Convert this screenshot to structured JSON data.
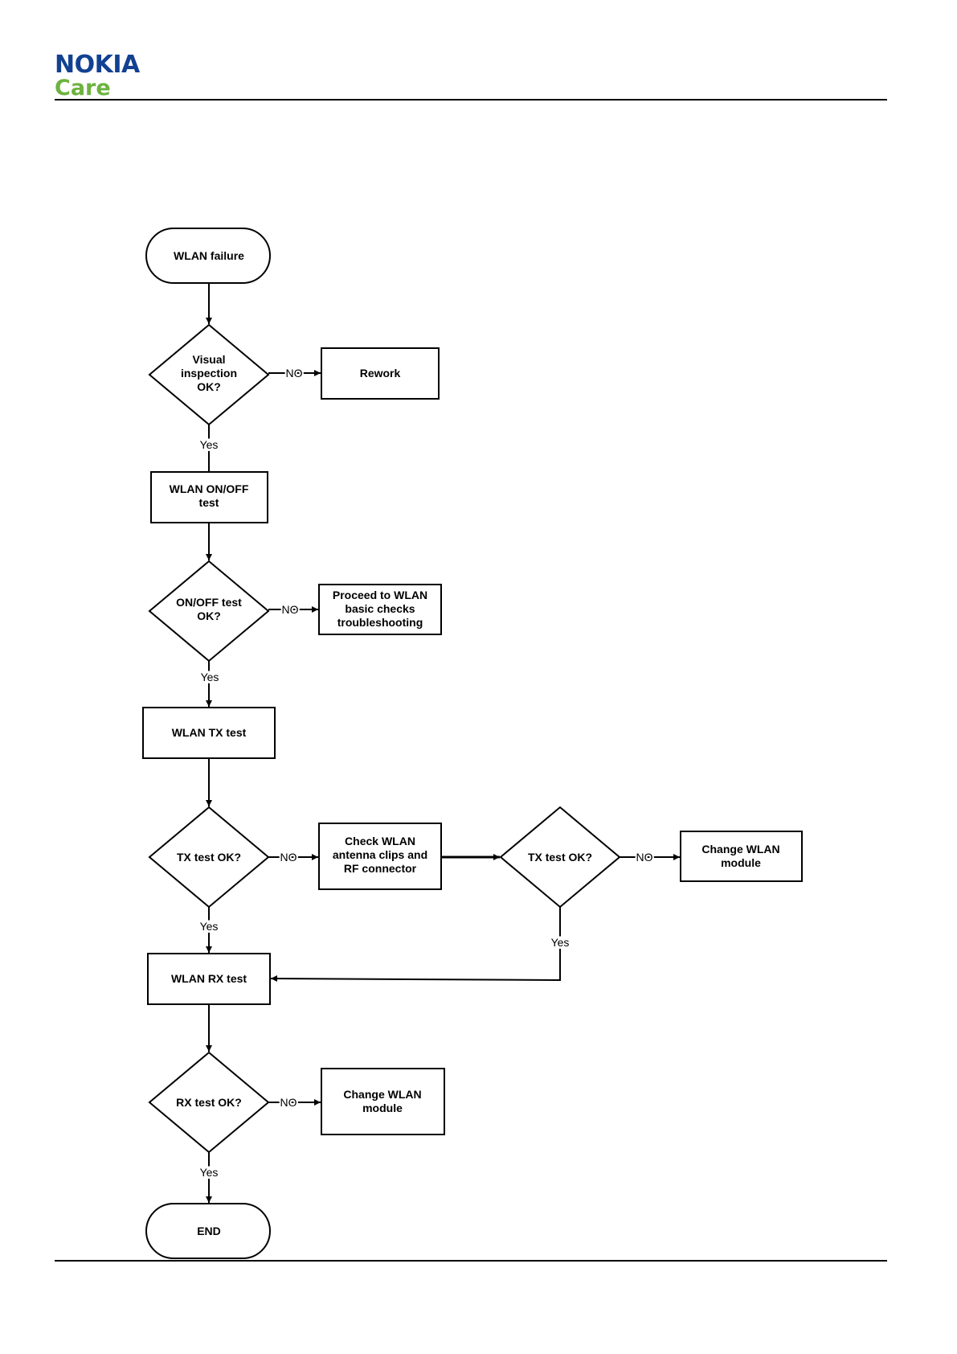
{
  "header": {
    "brand": "NOKIA",
    "sub": "Care",
    "brand_color": "#124191",
    "sub_color": "#6CB33F"
  },
  "flowchart": {
    "nodes": {
      "start": "WLAN failure",
      "d_visual": [
        "Visual",
        "inspection",
        "OK?"
      ],
      "rework": "Rework",
      "onoff_test": [
        "WLAN ON/OFF",
        "test"
      ],
      "d_onoff": [
        "ON/OFF test",
        "OK?"
      ],
      "basic_checks": [
        "Proceed to WLAN",
        "basic checks",
        "troubleshooting"
      ],
      "tx_test": "WLAN TX test",
      "d_tx": "TX test OK?",
      "check_antenna": [
        "Check WLAN",
        "antenna clips and",
        "RF connector"
      ],
      "d_tx2": "TX test OK?",
      "change_module_1": [
        "Change WLAN",
        "module"
      ],
      "rx_test": "WLAN RX test",
      "d_rx": "RX test OK?",
      "change_module_2": [
        "Change WLAN",
        "module"
      ],
      "end": "END"
    },
    "edges": {
      "no": "NO",
      "yes": "Yes"
    }
  }
}
